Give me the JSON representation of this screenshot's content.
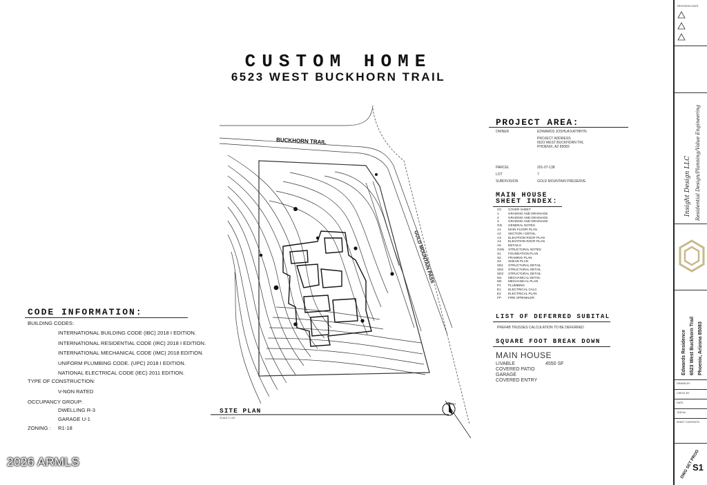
{
  "sheet": {
    "title": "CUSTOM HOME",
    "address": "6523 WEST BUCKHORN TRAIL"
  },
  "site_plan": {
    "street_label": "BUCKHORN TRAIL",
    "side_street_label": "GOLD MOUNTAIN PASS",
    "caption": "SITE PLAN",
    "scale": "SCALE 1\"=30'",
    "north_label": "NORTH"
  },
  "project_area": {
    "heading": "PROJECT AREA:",
    "owner_label": "OWNER",
    "owner_value": "EDWARDS JOSHUA KATHRYN",
    "project_address_label": "PROJECT ADDRESS",
    "project_address_line1": "6523 WEST BUCKHORN TRL",
    "project_address_line2": "PHOENIX, AZ 85083",
    "parcel_label": "PARCEL",
    "parcel_value": "201-07-138",
    "lot_label": "LOT",
    "lot_value": "7",
    "subdivision_label": "SUBDIVISION",
    "subdivision_value": "GOLD MOUNTAIN PRESERVE"
  },
  "sheet_index": {
    "heading1": "MAIN HOUSE",
    "heading2": "SHEET INDEX:",
    "rows": [
      [
        "C0",
        "COVER SHEET"
      ],
      [
        "1",
        "GRADING AND DRAINAGE"
      ],
      [
        "2",
        "GRADING AND DRAINAGE"
      ],
      [
        "3",
        "GRADING AND DRAINAGE"
      ],
      [
        "GN",
        "GENERAL NOTES"
      ],
      [
        "A1",
        "MAIN FLOOR PLAN"
      ],
      [
        "A2",
        "SECTION / DETAIL"
      ],
      [
        "A3",
        "ELEVATION ROOF PLAN"
      ],
      [
        "A4",
        "ELEVATION ROOF PLAN"
      ],
      [
        "A5",
        "DETAILS"
      ],
      [
        "GSN",
        "STRUCTURAL NOTES"
      ],
      [
        "S1",
        "FOUNDATION PLAN"
      ],
      [
        "S2",
        "FRAMING PLAN"
      ],
      [
        "S3",
        "SHEAR PLAN"
      ],
      [
        "SD1",
        "STRUCTURAL DETAIL"
      ],
      [
        "SD2",
        "STRUCTURAL DETAIL"
      ],
      [
        "SD3",
        "STRUCTURAL DETAIL"
      ],
      [
        "M1",
        "MECHANICAL DETAIL"
      ],
      [
        "M2",
        "MECHANICAL PLAN"
      ],
      [
        "P1",
        "PLUMBING"
      ],
      [
        "E1",
        "ELECTRICAL CALC"
      ],
      [
        "E2",
        "ELECTRICAL PLAN"
      ],
      [
        "FP",
        "FIRE SPRINKLER"
      ]
    ]
  },
  "deferred": {
    "heading": "LIST OF DEFERRED SUBITAL",
    "item": "PREFAB TRUSSES CALCULATION TO BE DEFERRED"
  },
  "square_foot": {
    "heading": "SQUARE FOOT BREAK DOWN",
    "subheading": "MAIN HOUSE",
    "rows": [
      {
        "label": "LIVABLE",
        "value": "4550 SF"
      },
      {
        "label": "COVERED PATIO",
        "value": ""
      },
      {
        "label": "GARAGE",
        "value": ""
      },
      {
        "label": "COVERED ENTRY",
        "value": ""
      }
    ]
  },
  "code_info": {
    "heading": "CODE INFORMATION:",
    "building_codes_label": "BUILDING CODES:",
    "codes": [
      "INTERNATIONAL BUILDING CODE (IBC) 2018 I EDITION.",
      "INTERNATIONAL RESIDENTIAL CODE (IRC) 2018 I EDITION.",
      "INTERNATIONAL MECHANICAL CODE (IMC) 2018 EDITION.",
      "UNIFORM PLUMBING CODE. (UPC) 2018 I EDITION.",
      "NATIONAL ELECTRICAL CODE (IEC) 2011 EDITION."
    ],
    "construction_label": "TYPE OF CONSTRUCTION:",
    "construction_value": "V-NON RATED",
    "occupancy_label": "OCCUPANCY GROUP:",
    "occupancy_values": [
      "DWELLING R-3",
      "GARAGE U-1"
    ],
    "zoning_label": "ZONING :",
    "zoning_value": "R1-18"
  },
  "title_block": {
    "revision_label": "REVISION DATE",
    "firm_name": "Insight Design LLC",
    "firm_tagline": "Residential Design/Planning/Value Engineering",
    "project_name": "Edwards Residence",
    "project_address1": "6523 West Buckhorn Trail",
    "project_address2": "Phoenix, Arizona 85083",
    "drawn_by_label": "DRAWN BY:",
    "check_by_label": "CHECK BY:",
    "date_label": "DATE:",
    "job_label": "JOB No:",
    "sheet_contents_label": "SHEET CONTENTS:",
    "sheet_no": "S1",
    "sheet_stamp": "DWG SET PROG"
  },
  "watermark": "2026 ARMLS"
}
